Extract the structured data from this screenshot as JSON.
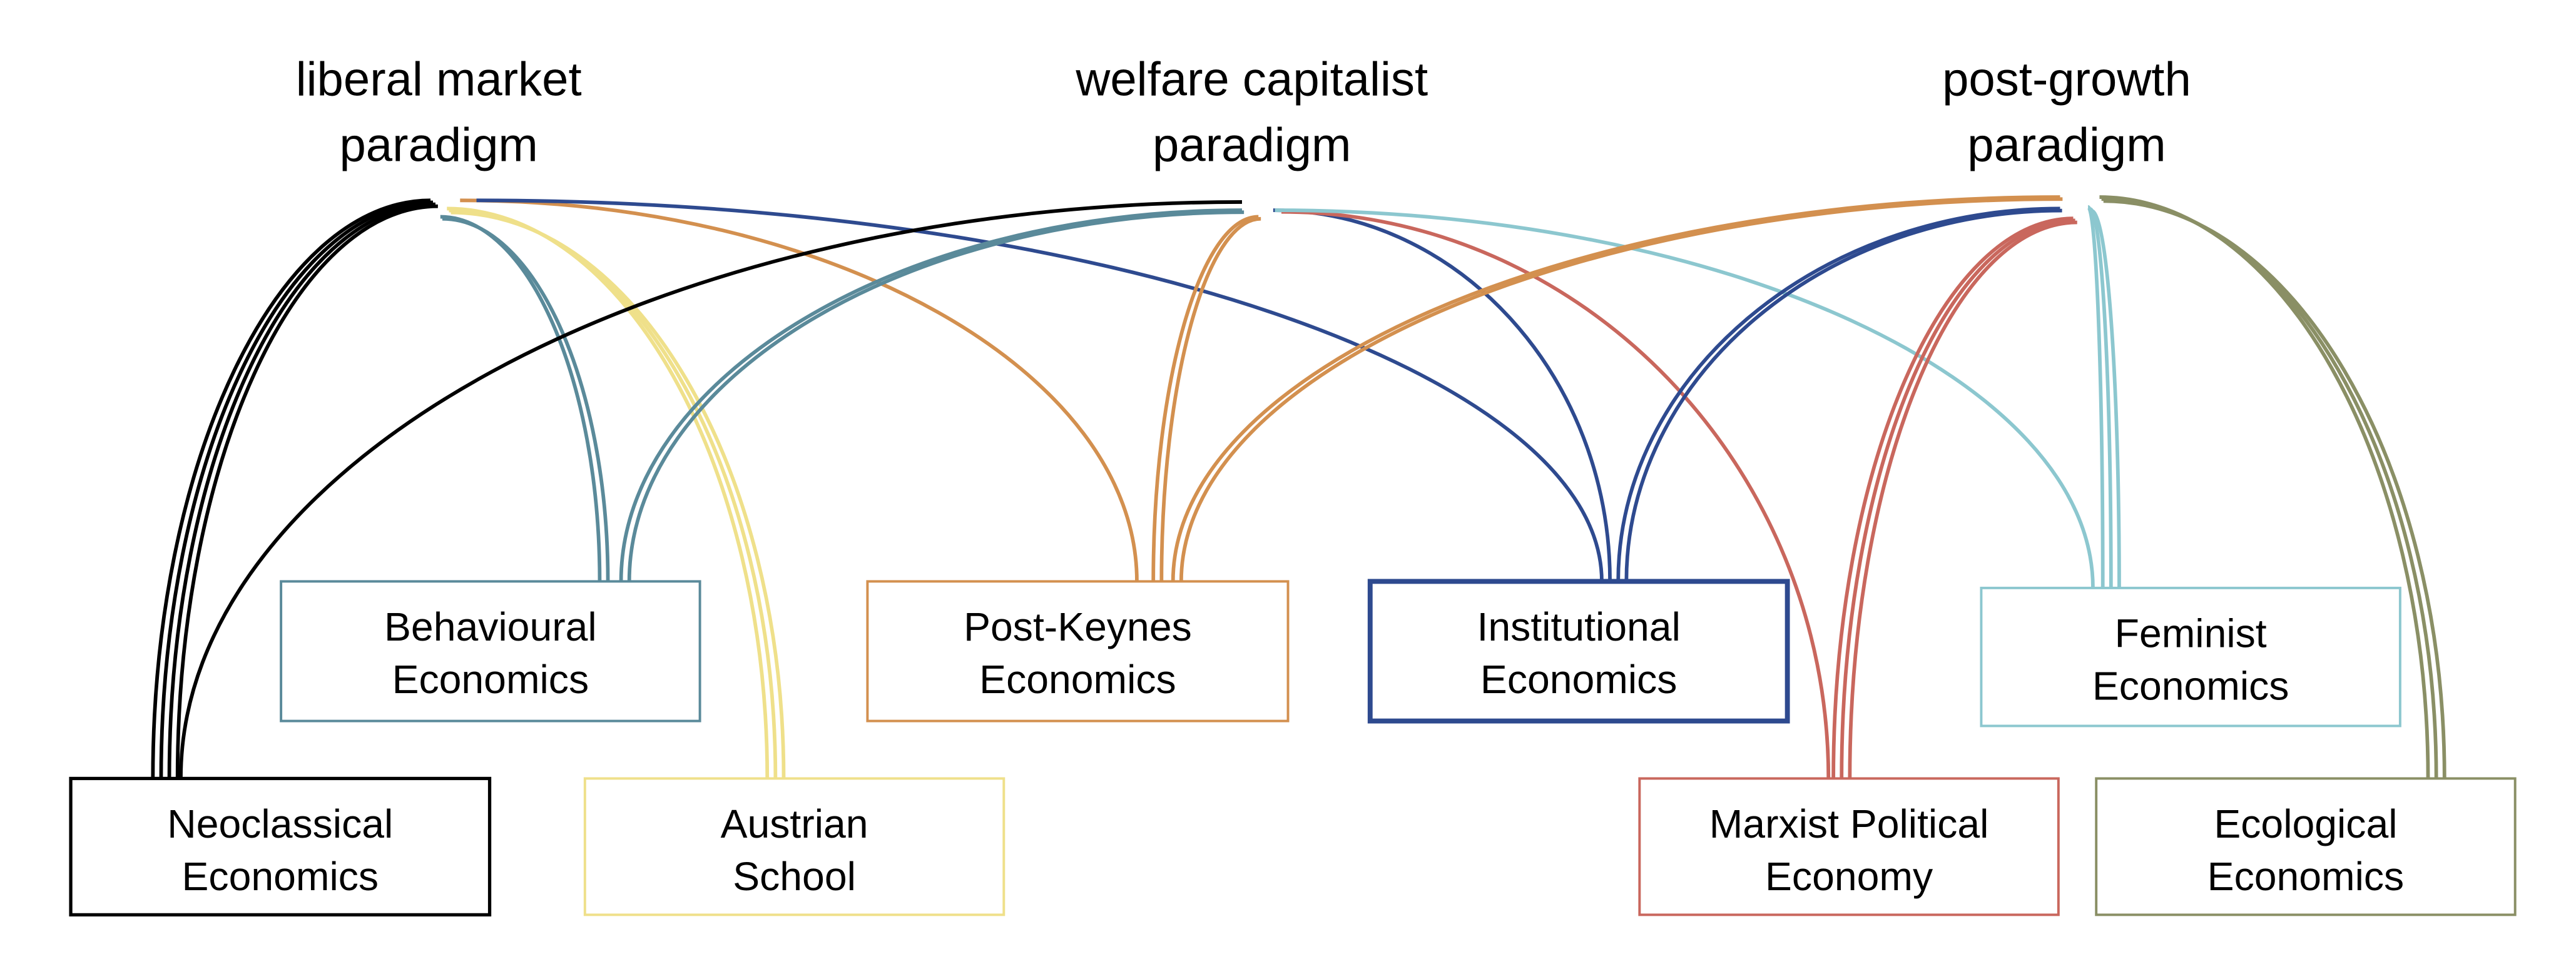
{
  "paradigms": [
    {
      "id": "liberal",
      "line1": "liberal market",
      "line2": "paradigm"
    },
    {
      "id": "welfare",
      "line1": "welfare capitalist",
      "line2": "paradigm"
    },
    {
      "id": "postgrowth",
      "line1": "post-growth",
      "line2": "paradigm"
    }
  ],
  "schools": [
    {
      "id": "neoclassical",
      "line1": "Neoclassical",
      "line2": "Economics",
      "color": "#000000"
    },
    {
      "id": "behavioural",
      "line1": "Behavioural",
      "line2": "Economics",
      "color": "#5a8a9a"
    },
    {
      "id": "austrian",
      "line1": "Austrian",
      "line2": "School",
      "color": "#efe08a"
    },
    {
      "id": "postkeynes",
      "line1": "Post-Keynes",
      "line2": "Economics",
      "color": "#d3904f"
    },
    {
      "id": "institutional",
      "line1": "Institutional",
      "line2": "Economics",
      "color": "#2e4a8f"
    },
    {
      "id": "feminist",
      "line1": "Feminist",
      "line2": "Economics",
      "color": "#8cc7cf"
    },
    {
      "id": "marxist",
      "line1": "Marxist Political",
      "line2": "Economy",
      "color": "#c9675d"
    },
    {
      "id": "ecological",
      "line1": "Ecological",
      "line2": "Economics",
      "color": "#8a8f65"
    }
  ],
  "links": [
    {
      "from": "liberal",
      "to": "neoclassical",
      "count": 4
    },
    {
      "from": "liberal",
      "to": "behavioural",
      "count": 2
    },
    {
      "from": "liberal",
      "to": "austrian",
      "count": 3
    },
    {
      "from": "liberal",
      "to": "postkeynes",
      "count": 1
    },
    {
      "from": "liberal",
      "to": "institutional",
      "count": 1
    },
    {
      "from": "welfare",
      "to": "neoclassical",
      "count": 1
    },
    {
      "from": "welfare",
      "to": "behavioural",
      "count": 2
    },
    {
      "from": "welfare",
      "to": "postkeynes",
      "count": 2
    },
    {
      "from": "welfare",
      "to": "institutional",
      "count": 1
    },
    {
      "from": "welfare",
      "to": "marxist",
      "count": 1
    },
    {
      "from": "welfare",
      "to": "feminist",
      "count": 1
    },
    {
      "from": "postgrowth",
      "to": "postkeynes",
      "count": 2
    },
    {
      "from": "postgrowth",
      "to": "institutional",
      "count": 2
    },
    {
      "from": "postgrowth",
      "to": "marxist",
      "count": 3
    },
    {
      "from": "postgrowth",
      "to": "feminist",
      "count": 3
    },
    {
      "from": "postgrowth",
      "to": "ecological",
      "count": 3
    }
  ]
}
